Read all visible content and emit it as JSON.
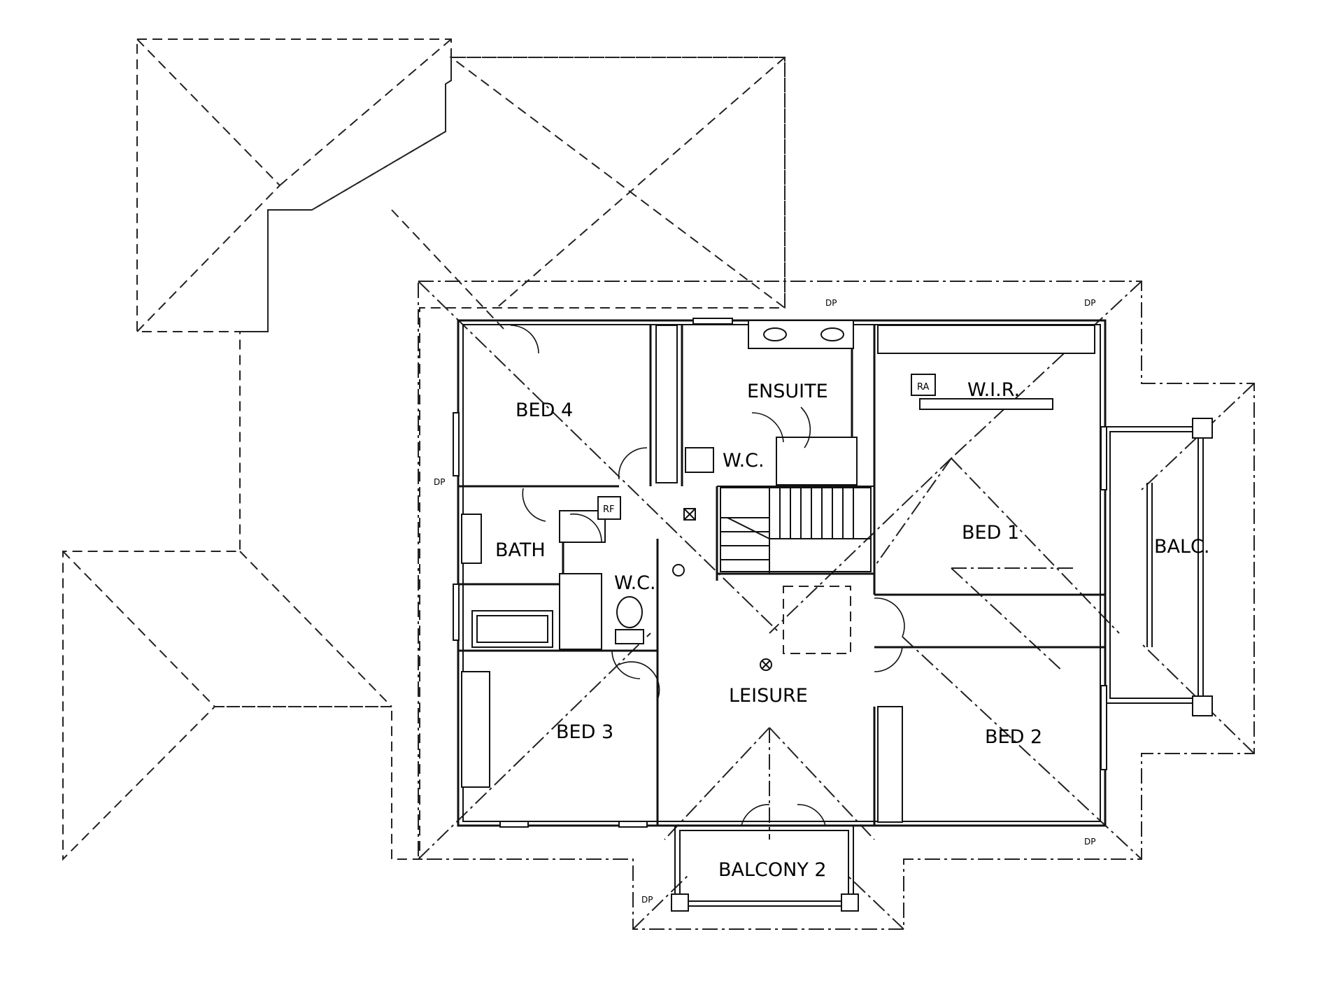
{
  "rooms": {
    "bed4": "BED 4",
    "ensuite": "ENSUITE",
    "wir": "W.I.R.",
    "wc1": "W.C.",
    "bath": "BATH",
    "wc2": "W.C.",
    "bed1": "BED 1",
    "balc": "BALC.",
    "leisure": "LEISURE",
    "bed3": "BED 3",
    "bed2": "BED 2",
    "balcony2": "BALCONY 2"
  },
  "tags": {
    "ra": "RA",
    "rf": "RF",
    "dp": "DP"
  }
}
